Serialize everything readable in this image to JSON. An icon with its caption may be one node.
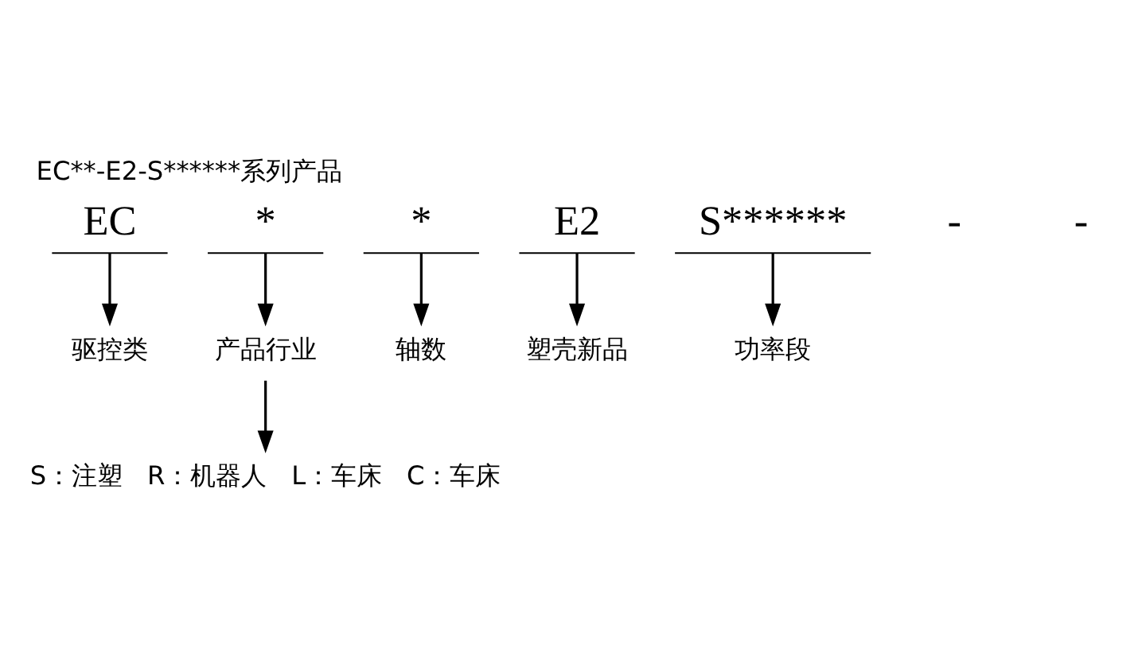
{
  "diagram": {
    "title": "EC**-E2-S******系列产品",
    "nodes": [
      {
        "text": [
          "EC"
        ]
      },
      {
        "text": [
          "*"
        ]
      },
      {
        "text": [
          "*"
        ]
      },
      {
        "text": [
          "E2"
        ]
      },
      {
        "text": [
          "S******"
        ]
      },
      {
        "text": [
          "驱控类"
        ]
      },
      {
        "text": [
          "产品行业"
        ]
      },
      {
        "text": [
          "轴数"
        ]
      },
      {
        "text": [
          "塑壳新品"
        ]
      },
      {
        "text": [
          "功率段"
        ]
      },
      {
        "text": [
          "S：注塑   R：机器人   L：车床   C：车床"
        ]
      }
    ],
    "edges": [
      {
        "from": 0,
        "to": 5,
        "arrow": "to"
      },
      {
        "from": 1,
        "to": 6,
        "arrow": "to"
      },
      {
        "from": 2,
        "to": 7,
        "arrow": "to"
      },
      {
        "from": 3,
        "to": 8,
        "arrow": "to"
      },
      {
        "from": 4,
        "to": 9,
        "arrow": "to"
      },
      {
        "from": 6,
        "to": 10,
        "arrow": "to"
      }
    ],
    "labels": [
      "-",
      "-"
    ]
  }
}
